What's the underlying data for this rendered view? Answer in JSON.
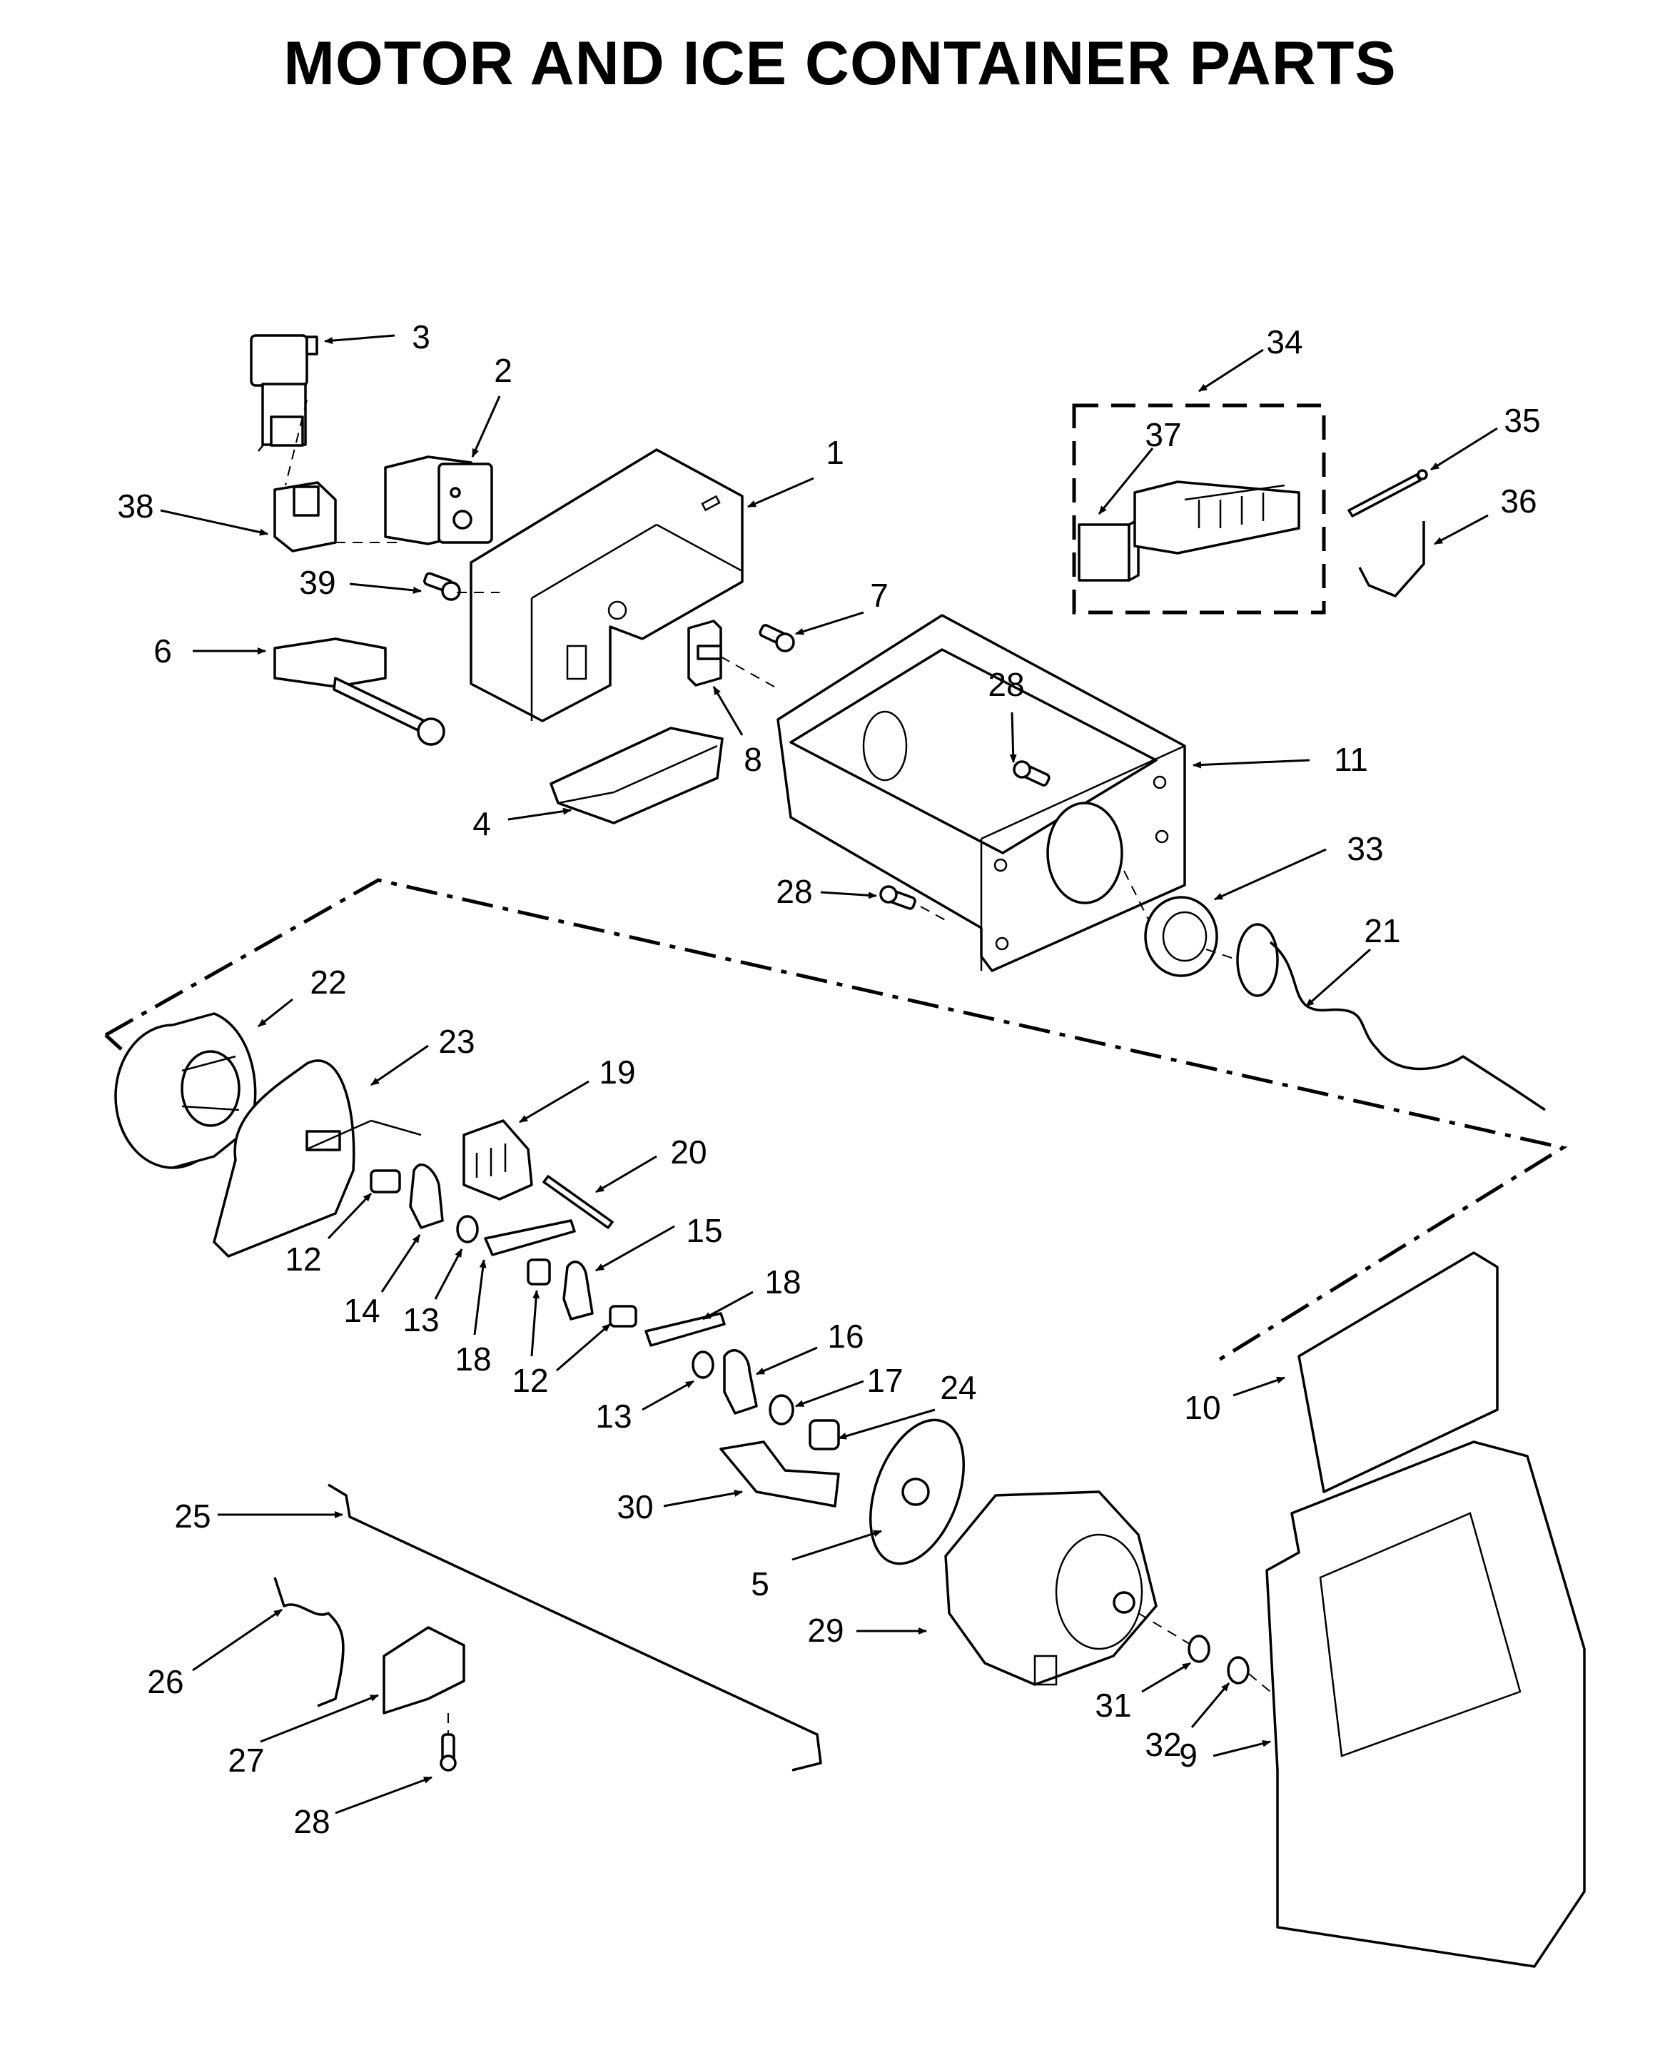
{
  "title": "MOTOR AND ICE CONTAINER PARTS",
  "callouts": [
    {
      "id": "c1",
      "label": "1"
    },
    {
      "id": "c2",
      "label": "2"
    },
    {
      "id": "c3",
      "label": "3"
    },
    {
      "id": "c4",
      "label": "4"
    },
    {
      "id": "c5",
      "label": "5"
    },
    {
      "id": "c6",
      "label": "6"
    },
    {
      "id": "c7",
      "label": "7"
    },
    {
      "id": "c8",
      "label": "8"
    },
    {
      "id": "c9",
      "label": "9"
    },
    {
      "id": "c10",
      "label": "10"
    },
    {
      "id": "c11",
      "label": "11"
    },
    {
      "id": "c12a",
      "label": "12"
    },
    {
      "id": "c12b",
      "label": "12"
    },
    {
      "id": "c13a",
      "label": "13"
    },
    {
      "id": "c13b",
      "label": "13"
    },
    {
      "id": "c14",
      "label": "14"
    },
    {
      "id": "c15",
      "label": "15"
    },
    {
      "id": "c16",
      "label": "16"
    },
    {
      "id": "c17",
      "label": "17"
    },
    {
      "id": "c18a",
      "label": "18"
    },
    {
      "id": "c18b",
      "label": "18"
    },
    {
      "id": "c19",
      "label": "19"
    },
    {
      "id": "c20",
      "label": "20"
    },
    {
      "id": "c21",
      "label": "21"
    },
    {
      "id": "c22",
      "label": "22"
    },
    {
      "id": "c23",
      "label": "23"
    },
    {
      "id": "c24",
      "label": "24"
    },
    {
      "id": "c25",
      "label": "25"
    },
    {
      "id": "c26",
      "label": "26"
    },
    {
      "id": "c27",
      "label": "27"
    },
    {
      "id": "c28a",
      "label": "28"
    },
    {
      "id": "c28b",
      "label": "28"
    },
    {
      "id": "c28c",
      "label": "28"
    },
    {
      "id": "c29",
      "label": "29"
    },
    {
      "id": "c30",
      "label": "30"
    },
    {
      "id": "c31",
      "label": "31"
    },
    {
      "id": "c32",
      "label": "32"
    },
    {
      "id": "c33",
      "label": "33"
    },
    {
      "id": "c34",
      "label": "34"
    },
    {
      "id": "c35",
      "label": "35"
    },
    {
      "id": "c36",
      "label": "36"
    },
    {
      "id": "c37",
      "label": "37"
    },
    {
      "id": "c38",
      "label": "38"
    },
    {
      "id": "c39",
      "label": "39"
    }
  ]
}
